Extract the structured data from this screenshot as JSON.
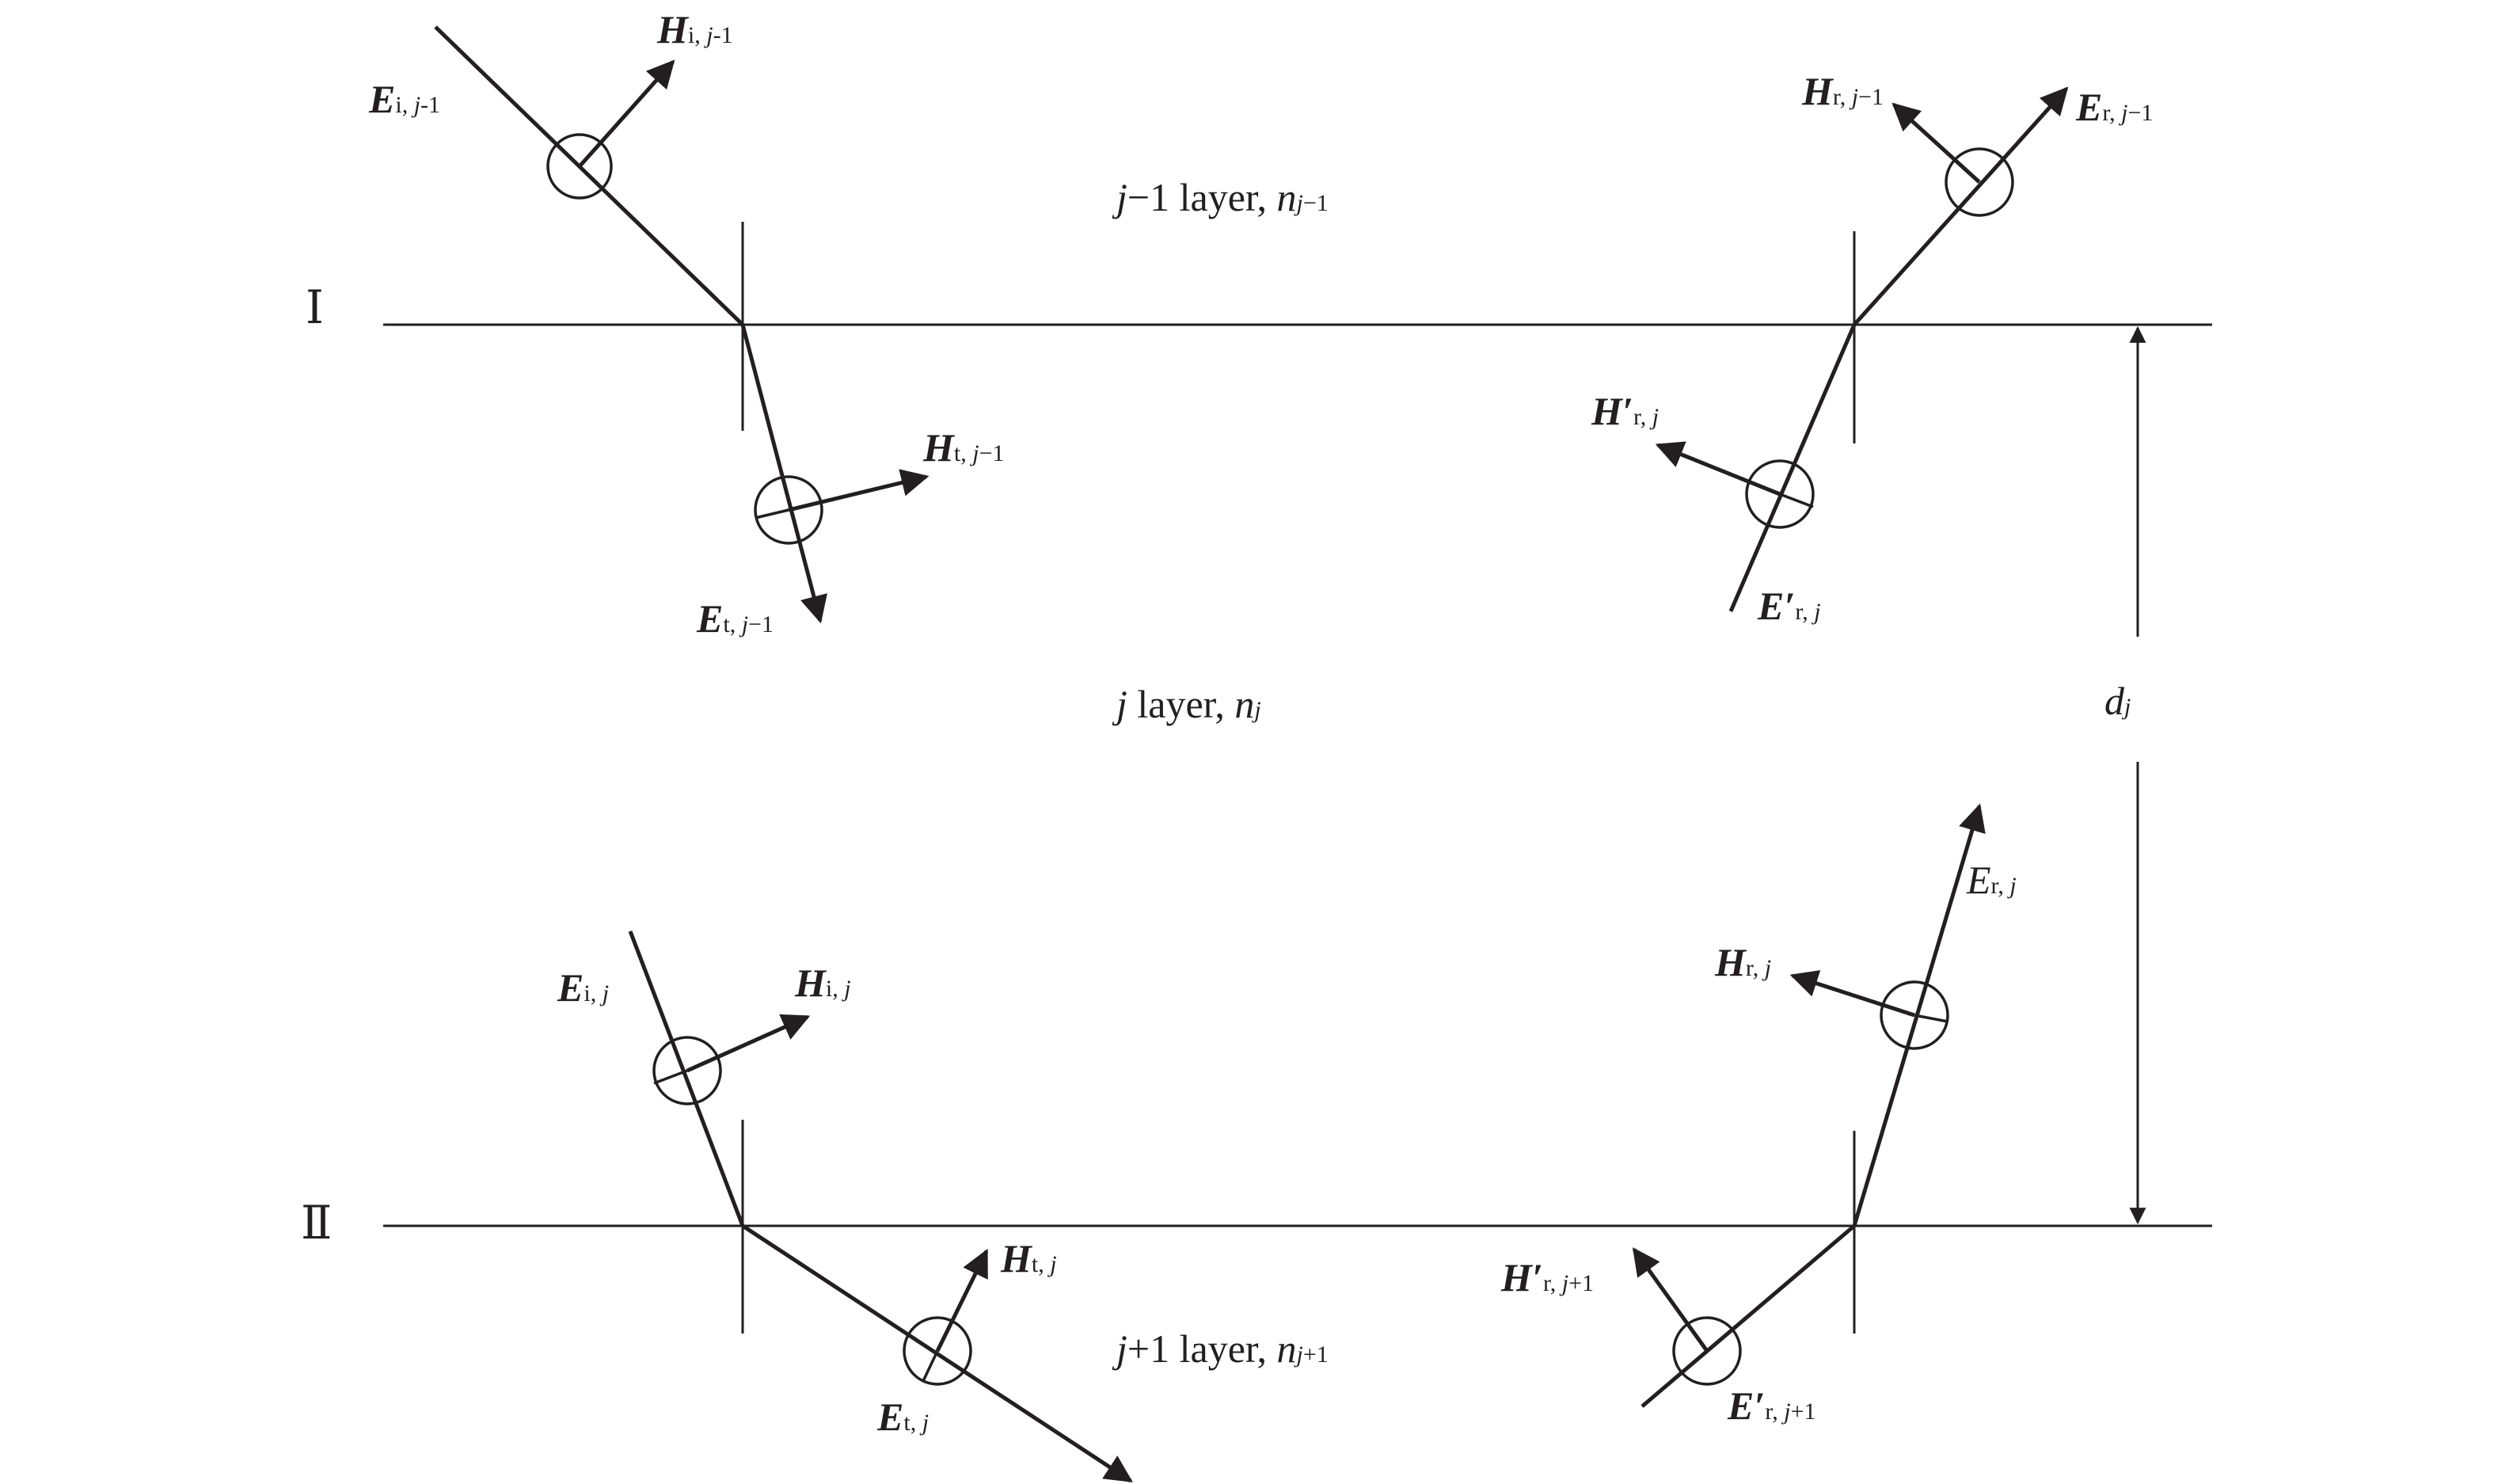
{
  "interfaces": {
    "first": "Ⅰ",
    "second": "Ⅱ"
  },
  "layers": {
    "upper": {
      "index": "j",
      "sign": "−1",
      "word": "layer,",
      "n": "n",
      "n_sub_index": "j",
      "n_sub_tail": "−1"
    },
    "middle": {
      "index": "j",
      "word": "layer,",
      "n": "n",
      "n_sub_index": "j"
    },
    "lower": {
      "index": "j",
      "sign": "+1",
      "word": "layer,",
      "n": "n",
      "n_sub_index": "j",
      "n_sub_tail": "+1"
    }
  },
  "thickness": {
    "symbol": "d",
    "sub": "j"
  },
  "vectors": {
    "Ei_jm1": {
      "sym": "E",
      "prime": "",
      "sub_a": "i, ",
      "sub_j": "j",
      "sub_b": "-1"
    },
    "Hi_jm1": {
      "sym": "H",
      "prime": "",
      "sub_a": "i, ",
      "sub_j": "j",
      "sub_b": "-1"
    },
    "Ht_jm1": {
      "sym": "H",
      "prime": "",
      "sub_a": "t, ",
      "sub_j": "j",
      "sub_b": "−1"
    },
    "Et_jm1": {
      "sym": "E",
      "prime": "",
      "sub_a": "t, ",
      "sub_j": "j",
      "sub_b": "−1"
    },
    "Hr_jm1": {
      "sym": "H",
      "prime": "",
      "sub_a": "r, ",
      "sub_j": "j",
      "sub_b": "−1"
    },
    "Er_jm1": {
      "sym": "E",
      "prime": "",
      "sub_a": "r, ",
      "sub_j": "j",
      "sub_b": "−1"
    },
    "Hpr_j": {
      "sym": "H",
      "prime": "′",
      "sub_a": "r, ",
      "sub_j": "j",
      "sub_b": ""
    },
    "Epr_j": {
      "sym": "E",
      "prime": "′",
      "sub_a": "r, ",
      "sub_j": "j",
      "sub_b": ""
    },
    "Ei_j": {
      "sym": "E",
      "prime": "",
      "sub_a": "i, ",
      "sub_j": "j",
      "sub_b": ""
    },
    "Hi_j": {
      "sym": "H",
      "prime": "",
      "sub_a": "i, ",
      "sub_j": "j",
      "sub_b": ""
    },
    "Ht_j": {
      "sym": "H",
      "prime": "",
      "sub_a": "t, ",
      "sub_j": "j",
      "sub_b": ""
    },
    "Et_j": {
      "sym": "E",
      "prime": "",
      "sub_a": "t, ",
      "sub_j": "j",
      "sub_b": ""
    },
    "Er_j": {
      "sym": "E",
      "prime": "",
      "sub_a": "r, ",
      "sub_j": "j",
      "sub_b": ""
    },
    "Hr_j": {
      "sym": "H",
      "prime": "",
      "sub_a": "r, ",
      "sub_j": "j",
      "sub_b": ""
    },
    "Hpr_jp1": {
      "sym": "H",
      "prime": "′",
      "sub_a": "r, ",
      "sub_j": "j",
      "sub_b": "+1"
    },
    "Epr_jp1": {
      "sym": "E",
      "prime": "′",
      "sub_a": "r, ",
      "sub_j": "j",
      "sub_b": "+1"
    }
  }
}
